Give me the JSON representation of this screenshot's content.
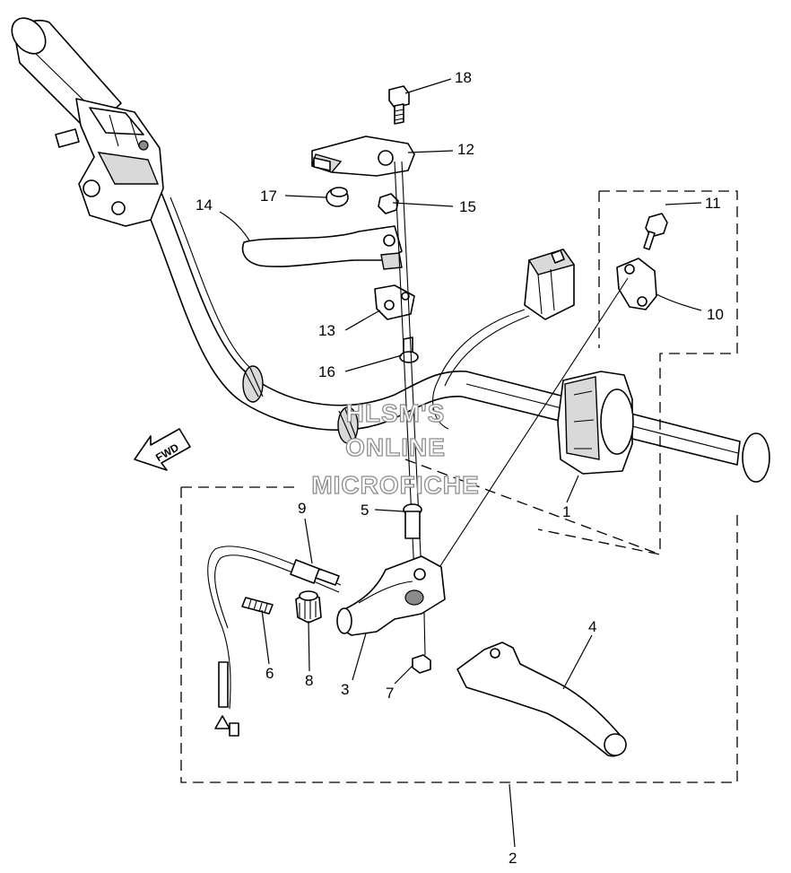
{
  "callouts": {
    "c1": "1",
    "c2": "2",
    "c3": "3",
    "c4": "4",
    "c5": "5",
    "c6": "6",
    "c7": "7",
    "c8": "8",
    "c9": "9",
    "c10": "10",
    "c11": "11",
    "c12": "12",
    "c13": "13",
    "c14": "14",
    "c15": "15",
    "c16": "16",
    "c17": "17",
    "c18": "18"
  },
  "direction_arrow": {
    "label": "FWD"
  },
  "watermark": {
    "line1": "HLSM'S",
    "line2": "ONLINE",
    "line3": "MICROFICHE"
  }
}
